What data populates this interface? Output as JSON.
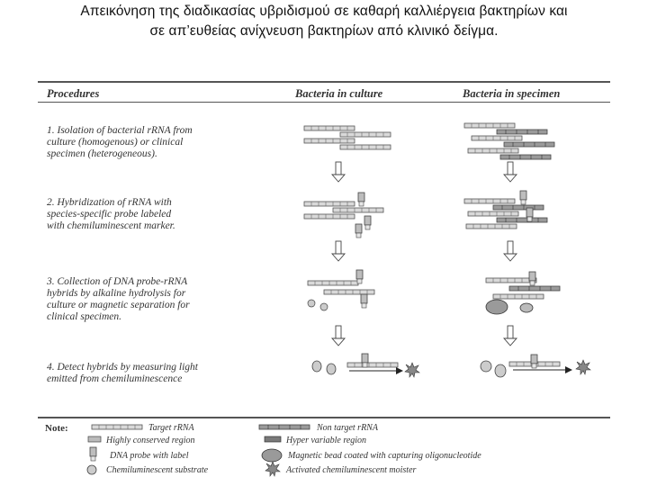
{
  "title": {
    "line1": "Απεικόνηση της διαδικασίας υβριδισμού  σε καθαρή καλλιέργεια βακτηρίων και",
    "line2": "σε απ’ευθείας ανίχνευση βακτηρίων από κλινικό δείγμα."
  },
  "headers": {
    "procedures": "Procedures",
    "culture": "Bacteria in culture",
    "specimen": "Bacteria in specimen"
  },
  "steps": [
    {
      "lines": [
        "1. Isolation of bacterial rRNA from",
        "culture (homogenous) or clinical",
        "specimen (heterogeneous)."
      ]
    },
    {
      "lines": [
        "2. Hybridization of rRNA with",
        "species-specific probe labeled",
        "with chemiluminescent marker."
      ]
    },
    {
      "lines": [
        "3. Collection of DNA probe-rRNA",
        "hybrids by alkaline hydrolysis for",
        "culture or magnetic separation for",
        "clinical specimen."
      ]
    },
    {
      "lines": [
        "4. Detect hybrids by measuring light",
        "emitted from chemiluminescence"
      ]
    }
  ],
  "note": {
    "label": "Note:",
    "target_rrna": "Target rRNA",
    "non_target_rrna": "Non target rRNA",
    "conserved": "Highly conserved region",
    "hypervariable": "Hyper variable region",
    "probe": "DNA probe with label",
    "bead": "Magnetic bead coated with capturing oligonucleotide",
    "substrate": "Chemiluminescent substrate",
    "activated": "Activated chemiluminescent moister"
  }
}
